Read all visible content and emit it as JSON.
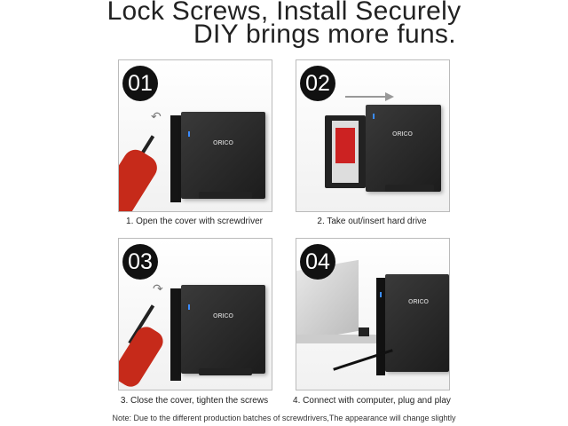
{
  "title": {
    "line1": "Lock Screws, Install Securely",
    "line2": "DIY brings more funs."
  },
  "steps": [
    {
      "number": "01",
      "caption": "1. Open the cover with screwdriver"
    },
    {
      "number": "02",
      "caption": "2. Take out/insert hard drive"
    },
    {
      "number": "03",
      "caption": "3. Close the cover, tighten the screws"
    },
    {
      "number": "04",
      "caption": "4. Connect with computer, plug and play"
    }
  ],
  "brand": "ORICO",
  "note": "Note: Due to the different production batches of screwdrivers,The appearance will change slightly"
}
